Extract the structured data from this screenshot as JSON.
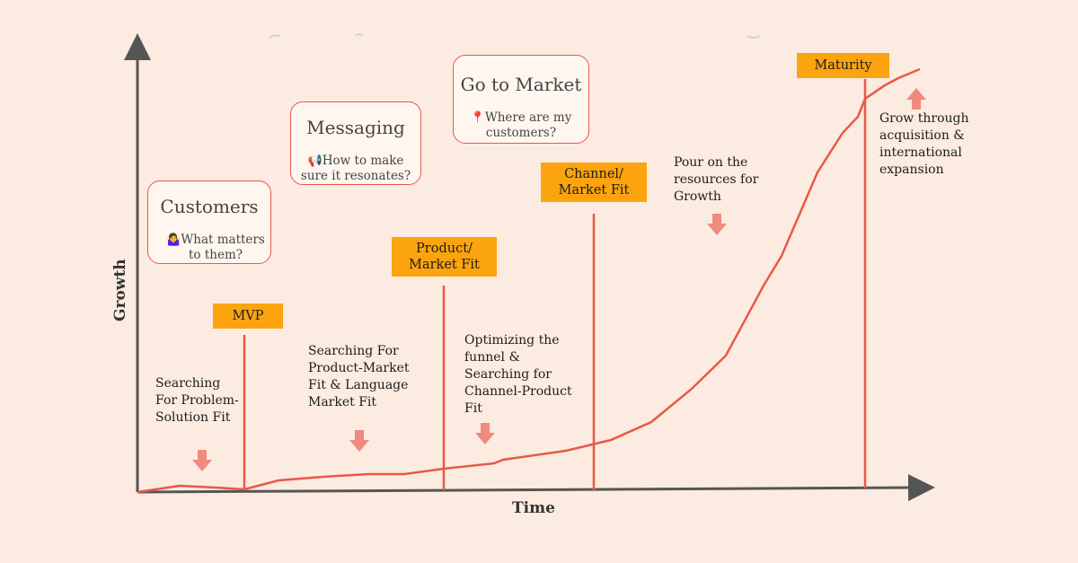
{
  "axes": {
    "x_label": "Time",
    "y_label": "Growth"
  },
  "colors": {
    "background": "#fcebe0",
    "line": "#e8584a",
    "tag_fill": "#fba40f",
    "axis": "#555555",
    "callout_border": "#e8584a",
    "arrow": "#f08a7e"
  },
  "callouts": [
    {
      "title": "Customers",
      "icon": "🤷‍♀️",
      "icon_name": "shrug-emoji-icon",
      "subtitle": "What matters\nto them?"
    },
    {
      "title": "Messaging",
      "icon": "📢",
      "icon_name": "megaphone-icon",
      "subtitle": "How to make\nsure it resonates?"
    },
    {
      "title": "Go to Market",
      "icon": "📍",
      "icon_name": "location-pin-icon",
      "subtitle": "Where are my\ncustomers?"
    }
  ],
  "milestones": [
    {
      "label": "MVP"
    },
    {
      "label": "Product/\nMarket Fit"
    },
    {
      "label": "Channel/\nMarket Fit"
    },
    {
      "label": "Maturity"
    }
  ],
  "phases": [
    {
      "text": "Searching\nFor Problem-\nSolution Fit"
    },
    {
      "text": "Searching For\nProduct-Market\nFit & Language\nMarket Fit"
    },
    {
      "text": "Optimizing the\nfunnel &\nSearching for\nChannel-Product\nFit"
    },
    {
      "text": "Pour on the\nresources for\nGrowth"
    },
    {
      "text": "Grow through\nacquisition &\ninternational\nexpansion"
    }
  ]
}
